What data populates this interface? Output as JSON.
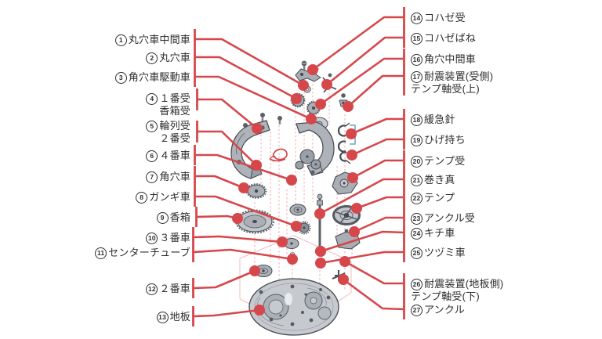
{
  "diagram": {
    "title_implicit": "",
    "left_labels": [
      {
        "num": "1",
        "label": "丸穴車中間車"
      },
      {
        "num": "2",
        "label": "丸穴車"
      },
      {
        "num": "3",
        "label": "角穴車駆動車"
      },
      {
        "num": "4",
        "label": "１番受",
        "label2": "香箱受"
      },
      {
        "num": "5",
        "label": "輪列受",
        "label2": "２番受"
      },
      {
        "num": "6",
        "label": "４番車"
      },
      {
        "num": "7",
        "label": "角穴車"
      },
      {
        "num": "8",
        "label": "ガンギ車"
      },
      {
        "num": "9",
        "label": "香箱"
      },
      {
        "num": "10",
        "label": "３番車"
      },
      {
        "num": "11",
        "label": "センターチューブ"
      },
      {
        "num": "12",
        "label": "２番車"
      },
      {
        "num": "13",
        "label": "地板"
      }
    ],
    "right_labels": [
      {
        "num": "14",
        "label": "コハゼ受"
      },
      {
        "num": "15",
        "label": "コハゼばね"
      },
      {
        "num": "16",
        "label": "角穴中間車"
      },
      {
        "num": "17",
        "label": "耐震装置(受側)",
        "label2": "テンプ軸受(上)"
      },
      {
        "num": "18",
        "label": "緩急針"
      },
      {
        "num": "19",
        "label": "ひげ持ち"
      },
      {
        "num": "20",
        "label": "テンプ受"
      },
      {
        "num": "21",
        "label": "巻き真"
      },
      {
        "num": "22",
        "label": "テンプ"
      },
      {
        "num": "23",
        "label": "アンクル受"
      },
      {
        "num": "24",
        "label": "キチ車"
      },
      {
        "num": "25",
        "label": "ツヅミ車"
      },
      {
        "num": "26",
        "label": "耐震装置(地板側)",
        "label2": "テンプ軸受(下)"
      },
      {
        "num": "27",
        "label": "アンクル"
      }
    ],
    "colors": {
      "leader_red": "#d6474c",
      "text": "#2e2e2e",
      "part_light": "#c9cdd2",
      "part_mid": "#a9aeb5",
      "part_dark": "#81878f",
      "outline": "#454a51",
      "axis_pink": "#f0a3a6",
      "bracket_blue": "#6fa8c8",
      "background": "#ffffff"
    }
  }
}
